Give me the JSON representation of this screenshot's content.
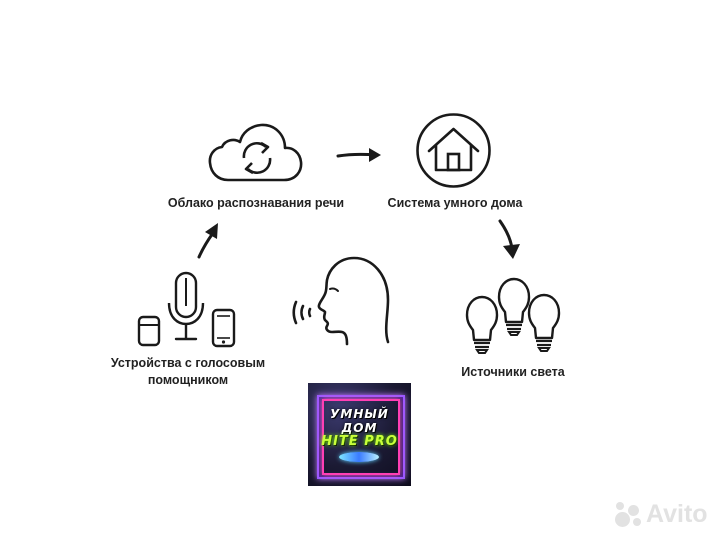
{
  "diagram": {
    "nodes": {
      "cloud": {
        "label": "Облако распознавания речи",
        "icon": "cloud-sync-icon"
      },
      "home": {
        "label": "Система умного дома",
        "icon": "house-icon"
      },
      "devices": {
        "label_line1": "Устройства с голосовым",
        "label_line2": "помощником",
        "icon": "voice-devices-icon"
      },
      "lights": {
        "label": "Источники света",
        "icon": "light-bulbs-icon"
      },
      "speaker": {
        "icon": "speaking-head-icon"
      }
    },
    "edges": [
      {
        "from": "devices",
        "to": "cloud"
      },
      {
        "from": "cloud",
        "to": "home"
      },
      {
        "from": "home",
        "to": "lights"
      }
    ]
  },
  "logo": {
    "line1": "УМНЫЙ",
    "line2": "ДОМ",
    "line3": "HITE PRO"
  },
  "watermark": {
    "text": "Avito"
  }
}
